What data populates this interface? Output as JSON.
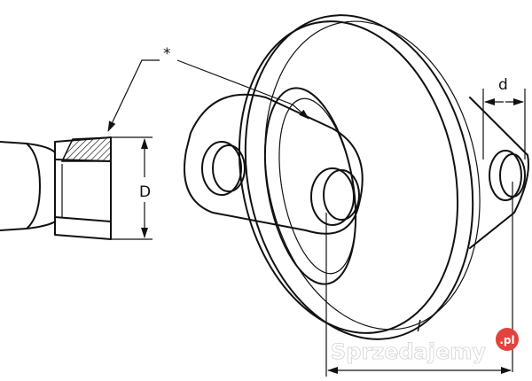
{
  "labels": {
    "marker": "*",
    "outer_diameter": "D",
    "hole_diameter": "d",
    "length": "l"
  },
  "watermark": {
    "text": "Sprzedajemy",
    "badge": ".pl",
    "badge_color": "#e2433c"
  }
}
